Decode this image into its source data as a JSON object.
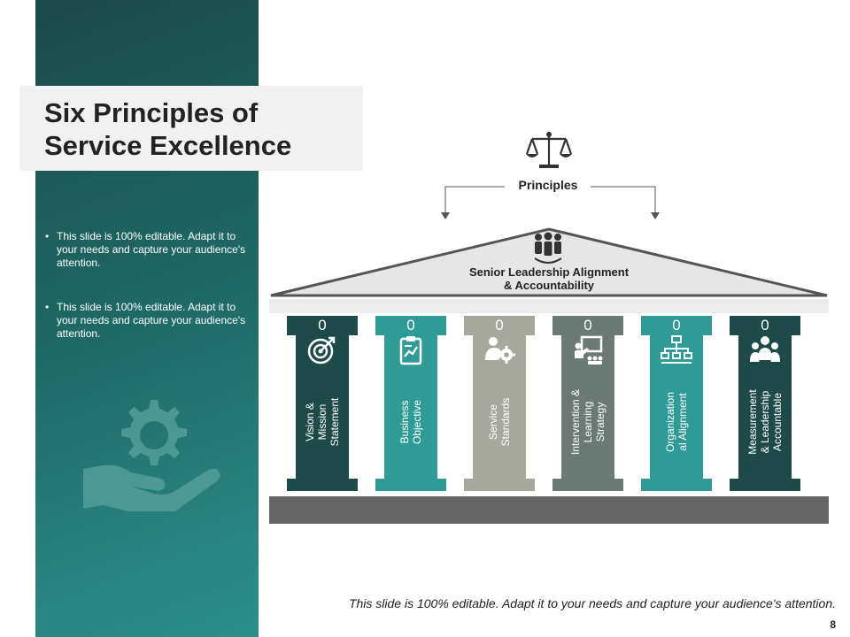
{
  "slide": {
    "title_lines": [
      "Six Principles of",
      "Service Excellence"
    ],
    "bullets": [
      "This slide is 100% editable. Adapt it to your needs and capture your audience's attention.",
      "This slide is 100% editable. Adapt it to your needs and capture your audience's attention."
    ],
    "principles_label": "Principles",
    "roof_lines": [
      "Senior Leadership Alignment",
      "& Accountability"
    ],
    "footer": "This slide is 100% editable. Adapt it to your needs and capture your audience's attention.",
    "page_number": "8"
  },
  "pillars": [
    {
      "number": "0",
      "lines": [
        "Vision &",
        "Mission",
        "Statement"
      ],
      "icon": "target-icon",
      "color": "#1e4b4a"
    },
    {
      "number": "0",
      "lines": [
        "Business",
        "Objective"
      ],
      "icon": "clipboard-chart-icon",
      "color": "#2f9a96"
    },
    {
      "number": "0",
      "lines": [
        "Service",
        "Standards"
      ],
      "icon": "person-gear-icon",
      "color": "#a7a89c"
    },
    {
      "number": "0",
      "lines": [
        "Intervention &",
        "Learning",
        "Strategy"
      ],
      "icon": "presentation-board-icon",
      "color": "#6b7a74"
    },
    {
      "number": "0",
      "lines": [
        "Organization",
        "al Alignment"
      ],
      "icon": "org-chart-icon",
      "color": "#2f9a96"
    },
    {
      "number": "0",
      "lines": [
        "Measurement",
        "& Leadership",
        "Accountable"
      ],
      "icon": "team-icon",
      "color": "#1e4b4a"
    }
  ],
  "colors": {
    "panel_dark": "#1b4a48",
    "panel_light": "#2e8f8a",
    "roof_fill": "#e6e6e6",
    "roof_stroke": "#555555",
    "base": "#666666"
  }
}
